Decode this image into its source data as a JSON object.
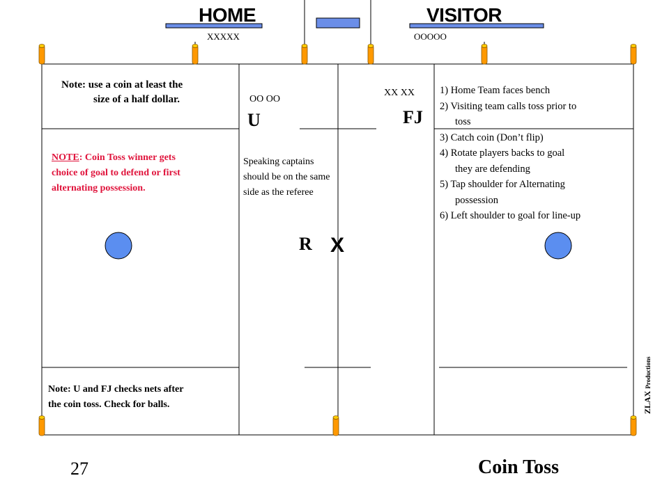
{
  "labels": {
    "home": "HOME",
    "visitor": "VISITOR",
    "home_players": "XXXXX",
    "visitor_players": "OOOOO",
    "left_captains": "OO OO",
    "right_captains": "XX XX",
    "umpire": "U",
    "field_judge": "FJ",
    "referee": "R",
    "referee_mark": "X"
  },
  "notes": {
    "coin_size_line1": "Note:  use a coin at least the",
    "coin_size_line2": "size of a half dollar.",
    "toss_note_heading": "NOTE",
    "toss_line1_rest": ": Coin Toss winner gets",
    "toss_line2": "choice of goal to defend or first",
    "toss_line3": "alternating possession.",
    "speaking_line1": "Speaking captains",
    "speaking_line2": "should be on the same",
    "speaking_line3": "side as the referee",
    "nets_line1": "Note: U and FJ checks nets after",
    "nets_line2": "the coin toss.  Check for balls."
  },
  "procedure": [
    "1) Home Team faces bench",
    "2) Visiting team calls toss prior to",
    "toss",
    "3) Catch coin (Don’t flip)",
    "4) Rotate players backs to goal",
    "they are defending",
    "5) Tap shoulder for Alternating",
    "possession",
    "6) Left shoulder to goal for line-up"
  ],
  "footer": {
    "slide_number": "27",
    "title": "Coin Toss",
    "credit_main": "ZLAX",
    "credit_sub": "Productions"
  },
  "colors": {
    "cone_body": "#ff9900",
    "cone_cap": "#ffcc00",
    "bench_blue": "#6b8ee8",
    "goal_fill": "#5b8ef0",
    "note_red": "#e0143c"
  }
}
